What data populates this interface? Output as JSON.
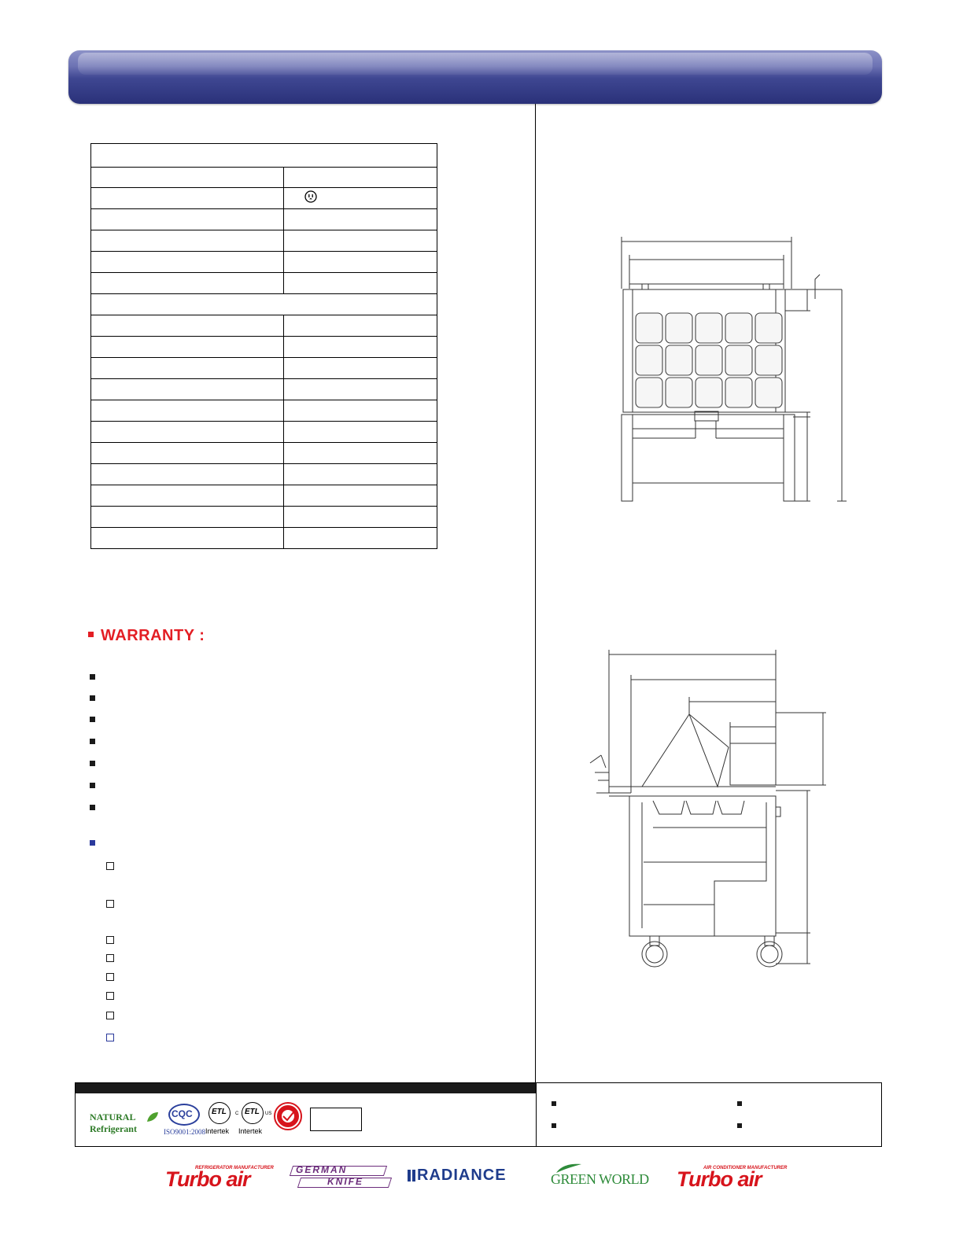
{
  "colors": {
    "banner": "#3f4792",
    "warranty_red": "#e31e24",
    "bullet_blue": "#2b3a9c",
    "turbo_red": "#d7141c",
    "german_knife_purple": "#6b2c7b",
    "radiance_blue": "#1f3c8c",
    "green_world": "#2e8b3a"
  },
  "icons": [
    "power-plug-icon",
    "natural-refrigerant-leaf-icon",
    "cqc-certification-icon",
    "etl-intertek-icon",
    "ce-compliance-icon"
  ],
  "warranty": {
    "heading": "WARRANTY :"
  },
  "certifications": {
    "natural_line1": "NATURAL",
    "natural_line2": "Refrigerant",
    "cqc_label": "CQC",
    "iso_label": "ISO9001:2008",
    "etl_label": "ETL",
    "intertek_label": "Intertek",
    "intertek2_label": "Intertek",
    "etl_c_label": "C",
    "etl_us_label": "US"
  },
  "brands": {
    "turbo_air_1_tag": "REFRIGERATOR MANUFACTURER",
    "turbo_air_1_name": "Turbo air",
    "german_knife_line1": "GERMAN",
    "german_knife_line2": "KNIFE",
    "radiance": "RADIANCE",
    "green_world": "GREEN WORLD",
    "turbo_air_2_tag": "AIR CONDITIONER MANUFACTURER",
    "turbo_air_2_name": "Turbo air"
  }
}
